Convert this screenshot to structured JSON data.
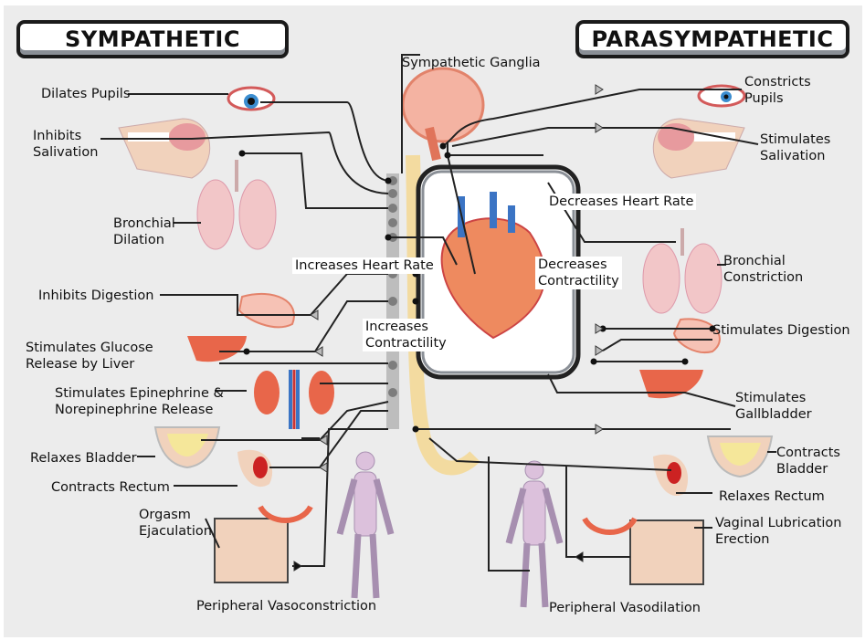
{
  "titles": {
    "sympathetic": "SYMPATHETIC",
    "parasympathetic": "PARASYMPATHETIC"
  },
  "center": {
    "ganglia": "Sympathetic Ganglia"
  },
  "sympathetic": {
    "pupils": "Dilates Pupils",
    "salivation": "Inhibits\nSalivation",
    "bronchial": "Bronchial\nDilation",
    "heart_rate": "Increases Heart Rate",
    "digestion": "Inhibits Digestion",
    "liver": "Stimulates Glucose\nRelease by Liver",
    "adrenal": "Stimulates Epinephrine &\nNorepinephrine Release",
    "bladder": "Relaxes Bladder",
    "rectum": "Contracts Rectum",
    "sexual": "Orgasm\nEjaculation",
    "vascular": "Peripheral Vasoconstriction",
    "contractility": "Increases\nContractility"
  },
  "parasympathetic": {
    "pupils": "Constricts\nPupils",
    "salivation": "Stimulates\nSalivation",
    "heart_rate": "Decreases Heart Rate",
    "contractility": "Decreases\nContractility",
    "bronchial": "Bronchial\nConstriction",
    "digestion": "Stimulates Digestion",
    "gallbladder": "Stimulates\nGallbladder",
    "bladder": "Contracts\nBladder",
    "rectum": "Relaxes Rectum",
    "sexual": "Vaginal Lubrication\nErection",
    "vascular": "Peripheral Vasodilation"
  },
  "colors": {
    "background": "#ececec",
    "organ": "#e8664a",
    "skin": "#f1d2bc",
    "lung": "#f2c6c8",
    "spine": "#c9c9c9",
    "nerve": "#222222"
  }
}
